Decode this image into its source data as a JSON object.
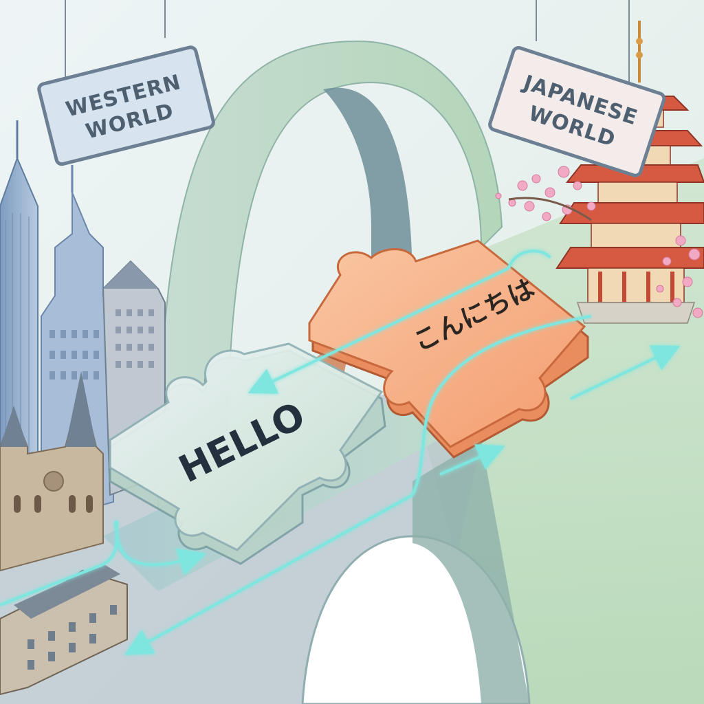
{
  "scene": {
    "signs": {
      "western": {
        "line1": "WESTERN",
        "line2": "WORLD"
      },
      "japanese": {
        "line1": "JAPANESE",
        "line2": "WORLD"
      }
    },
    "pieces": {
      "hello": "HELLO",
      "japanese": "こんにちは"
    }
  },
  "colors": {
    "sky": "#e9f2f1",
    "bridge_green": "#b9d6c0",
    "piece_hello": "#d7e7ea",
    "piece_japanese": "#f5a77d",
    "pagoda_red": "#d65a42",
    "blossom": "#f2a9c4",
    "flow_arrow": "#7fe6df"
  }
}
